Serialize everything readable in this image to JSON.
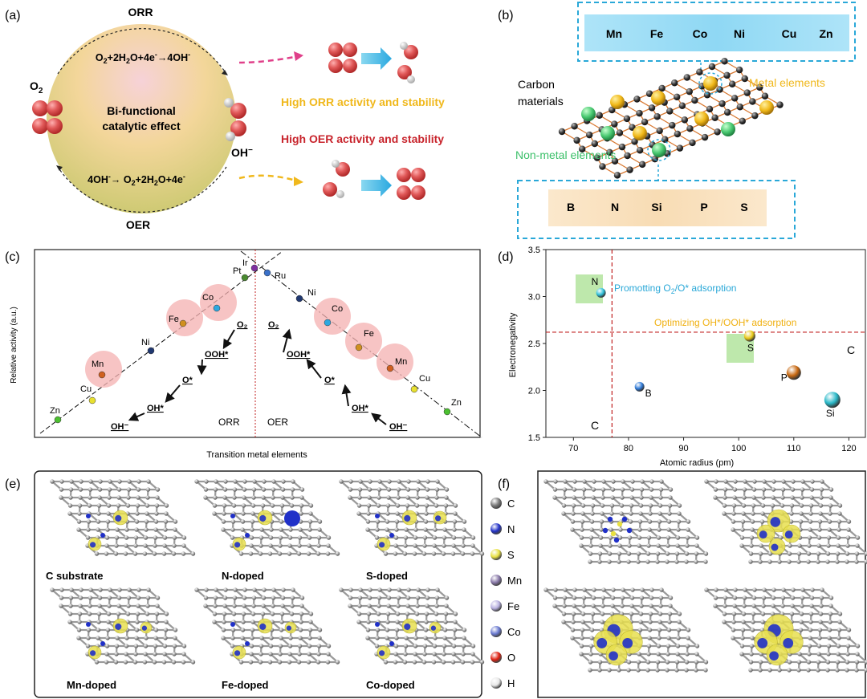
{
  "panel_labels": {
    "a": "(a)",
    "b": "(b)",
    "c": "(c)",
    "d": "(d)",
    "e": "(e)",
    "f": "(f)"
  },
  "panel_a": {
    "orr_label": "ORR",
    "oer_label": "OER",
    "orr_eq_html": "O<tspan font-size='9' dy='3'>2</tspan><tspan dy='-3'>+2H</tspan><tspan font-size='9' dy='3'>2</tspan><tspan dy='-3'>O+4e</tspan><tspan font-size='9' dy='-5'>-</tspan><tspan dy='5'>→4OH</tspan><tspan font-size='9' dy='-5'>-</tspan>",
    "oer_eq_html": "4OH<tspan font-size='9' dy='-5'>-</tspan><tspan dy='5'>→ O</tspan><tspan font-size='9' dy='3'>2</tspan><tspan dy='-3'>+2H</tspan><tspan font-size='9' dy='3'>2</tspan><tspan dy='-3'>O+4e</tspan><tspan font-size='9' dy='-5'>-</tspan>",
    "center_line1": "Bi-functional",
    "center_line2": "catalytic effect",
    "o2_html": "O<tspan font-size='10' dy='4'>2</tspan>",
    "oh_html": "OH<tspan font-size='10' dy='-5'>−</tspan>",
    "orr_claim": "High ORR activity  and stability",
    "oer_claim": "High OER activity  and stability",
    "colors": {
      "orr": "#f0b81c",
      "oer": "#c8242c",
      "pink": "#e0408a"
    }
  },
  "panel_b": {
    "metal_elements": [
      "Mn",
      "Fe",
      "Co",
      "Ni",
      "Cu",
      "Zn"
    ],
    "nonmetal_elements": [
      "B",
      "N",
      "Si",
      "P",
      "S"
    ],
    "carbon_label_1": "Carbon",
    "carbon_label_2": "materials",
    "metal_label": "Metal elements",
    "nonmetal_label": "Non-metal elements",
    "colors": {
      "metal": "#f0b81c",
      "nonmetal": "#3cc06a",
      "frame": "#2aa8d8"
    }
  },
  "panel_c": {
    "ylabel": "Relative  activity  (a.u.)",
    "xlabel": "Transition metal elements",
    "orr_region": "ORR",
    "oer_region": "OER",
    "orr_side": [
      {
        "el": "Zn",
        "color": "#4cc030",
        "hl": false
      },
      {
        "el": "Cu",
        "color": "#e8e030",
        "hl": false
      },
      {
        "el": "Mn",
        "color": "#d06020",
        "hl": true
      },
      {
        "el": "Ni",
        "color": "#203870",
        "hl": false
      },
      {
        "el": "Fe",
        "color": "#d09020",
        "hl": true
      },
      {
        "el": "Co",
        "color": "#2ea8e0",
        "hl": true
      },
      {
        "el": "Pt",
        "color": "#4a8a30",
        "hl": false
      },
      {
        "el": "Ir",
        "color": "#8030a0",
        "hl": false
      }
    ],
    "oer_side": [
      {
        "el": "Ru",
        "color": "#3a70c8",
        "hl": false
      },
      {
        "el": "Ni",
        "color": "#203870",
        "hl": false
      },
      {
        "el": "Co",
        "color": "#2ea8e0",
        "hl": true
      },
      {
        "el": "Fe",
        "color": "#d09020",
        "hl": true
      },
      {
        "el": "Mn",
        "color": "#d06020",
        "hl": true
      },
      {
        "el": "Cu",
        "color": "#e8e030",
        "hl": false
      },
      {
        "el": "Zn",
        "color": "#4cc030",
        "hl": false
      }
    ],
    "orr_steps": [
      "O₂",
      "OOH*",
      "O*",
      "OH*",
      "OH⁻"
    ],
    "oer_steps": [
      "O₂",
      "OOH*",
      "O*",
      "OH*",
      "OH⁻"
    ]
  },
  "panel_d": {
    "xlabel": "Atomic radius (pm)",
    "ylabel": "Electronegativity",
    "xticks": [
      "70",
      "80",
      "90",
      "100",
      "110",
      "120"
    ],
    "yticks": [
      "1.5",
      "2.0",
      "2.5",
      "3.0",
      "3.5"
    ],
    "annot_blue_html": "Promotting O<tspan font-size='9' dy='3'>2</tspan><tspan dy='-3'>/O* adsorption</tspan>",
    "annot_orange_html": "Optimizing OH*/OOH* adsorption",
    "c_label": "C"
  },
  "chart_data": {
    "type": "scatter",
    "xlabel": "Atomic radius (pm)",
    "ylabel": "Electronegativity",
    "xlim": [
      65,
      123
    ],
    "ylim": [
      1.5,
      3.5
    ],
    "points": [
      {
        "label": "N",
        "x": 75,
        "y": 3.04,
        "color": "#2ec0d8"
      },
      {
        "label": "B",
        "x": 82,
        "y": 2.04,
        "color": "#2e7ad8"
      },
      {
        "label": "S",
        "x": 102,
        "y": 2.58,
        "color": "#e8c818"
      },
      {
        "label": "P",
        "x": 110,
        "y": 2.19,
        "color": "#c86810"
      },
      {
        "label": "Si",
        "x": 117,
        "y": 1.9,
        "color": "#28b8c8"
      }
    ],
    "reference_lines": {
      "x": 77,
      "y": 2.62,
      "label": "C"
    },
    "annotations": [
      "Promotting O2/O* adsorption",
      "Optimizing OH*/OOH* adsorption"
    ]
  },
  "panel_e": {
    "labels": [
      "C substrate",
      "N-doped",
      "S-doped",
      "Mn-doped",
      "Fe-doped",
      "Co-doped"
    ]
  },
  "panel_f": {
    "legend": [
      {
        "el": "C",
        "color": "#7a7a7a"
      },
      {
        "el": "N",
        "color": "#2030c8"
      },
      {
        "el": "S",
        "color": "#e8e040"
      },
      {
        "el": "Mn",
        "color": "#8878a8"
      },
      {
        "el": "Fe",
        "color": "#b8b0e0"
      },
      {
        "el": "Co",
        "color": "#6878d0"
      },
      {
        "el": "O",
        "color": "#e02010"
      },
      {
        "el": "H",
        "color": "#e8e8e8"
      }
    ]
  }
}
